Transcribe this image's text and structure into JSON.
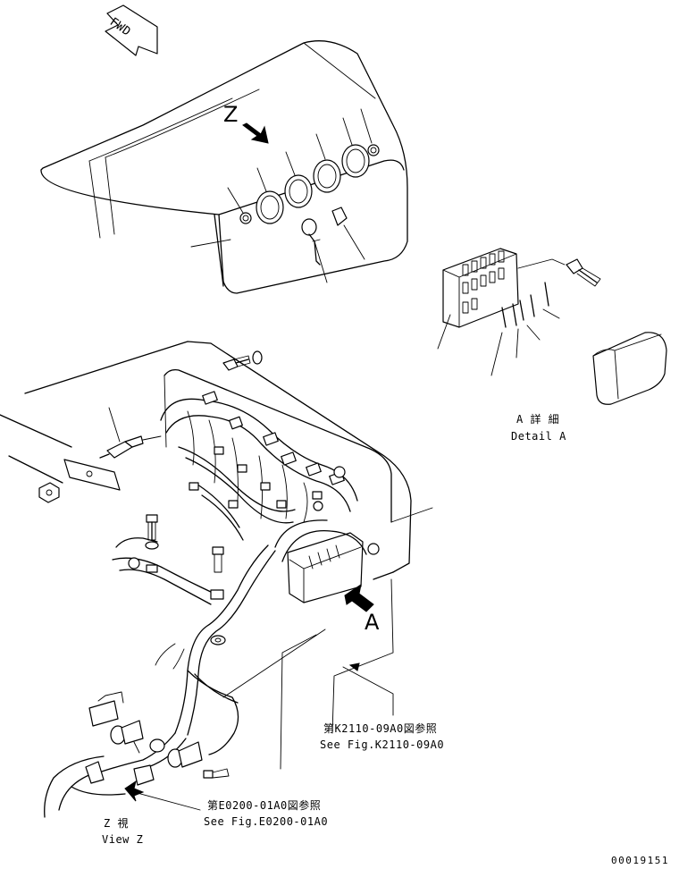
{
  "labels": {
    "fwd": "FWD",
    "view_letter_z": "Z",
    "view_letter_a": "A",
    "detail_a_jp": "A 詳 細",
    "detail_a_en": "Detail A",
    "ref_k2110_jp": "第K2110-09A0図参照",
    "ref_k2110_en": "See Fig.K2110-09A0",
    "ref_e0200_jp": "第E0200-01A0図参照",
    "ref_e0200_en": "See Fig.E0200-01A0",
    "view_z_jp": "Z 視",
    "view_z_en": "View Z",
    "drawing_number": "00019151"
  }
}
